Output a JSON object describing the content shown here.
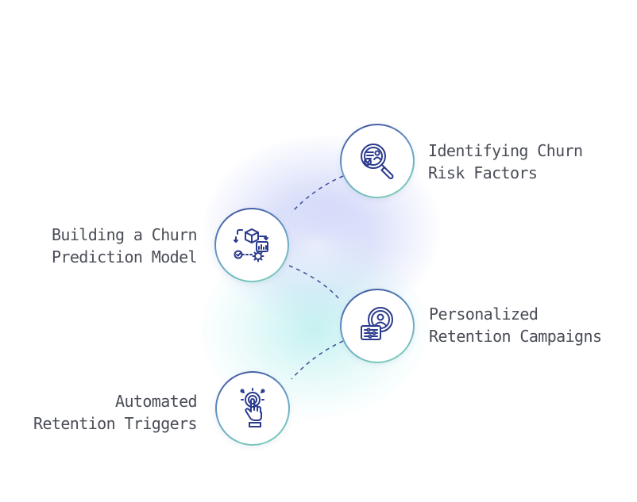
{
  "steps": [
    {
      "id": "identifying",
      "icon": "magnifier-user-icon",
      "line1": "Identifying Churn",
      "line2": "Risk Factors"
    },
    {
      "id": "building",
      "icon": "model-workflow-icon",
      "line1": "Building a Churn",
      "line2": "Prediction Model"
    },
    {
      "id": "personalized",
      "icon": "target-user-icon",
      "line1": "Personalized",
      "line2": "Retention Campaigns"
    },
    {
      "id": "automated",
      "icon": "touch-tap-icon",
      "line1": "Automated",
      "line2": "Retention Triggers"
    }
  ],
  "colors": {
    "icon_stroke": "#2a3a8c",
    "ring_start": "#3a4a9a",
    "ring_end": "#7fd8b8",
    "text": "#4a4d57",
    "connector": "#3e4e95"
  }
}
